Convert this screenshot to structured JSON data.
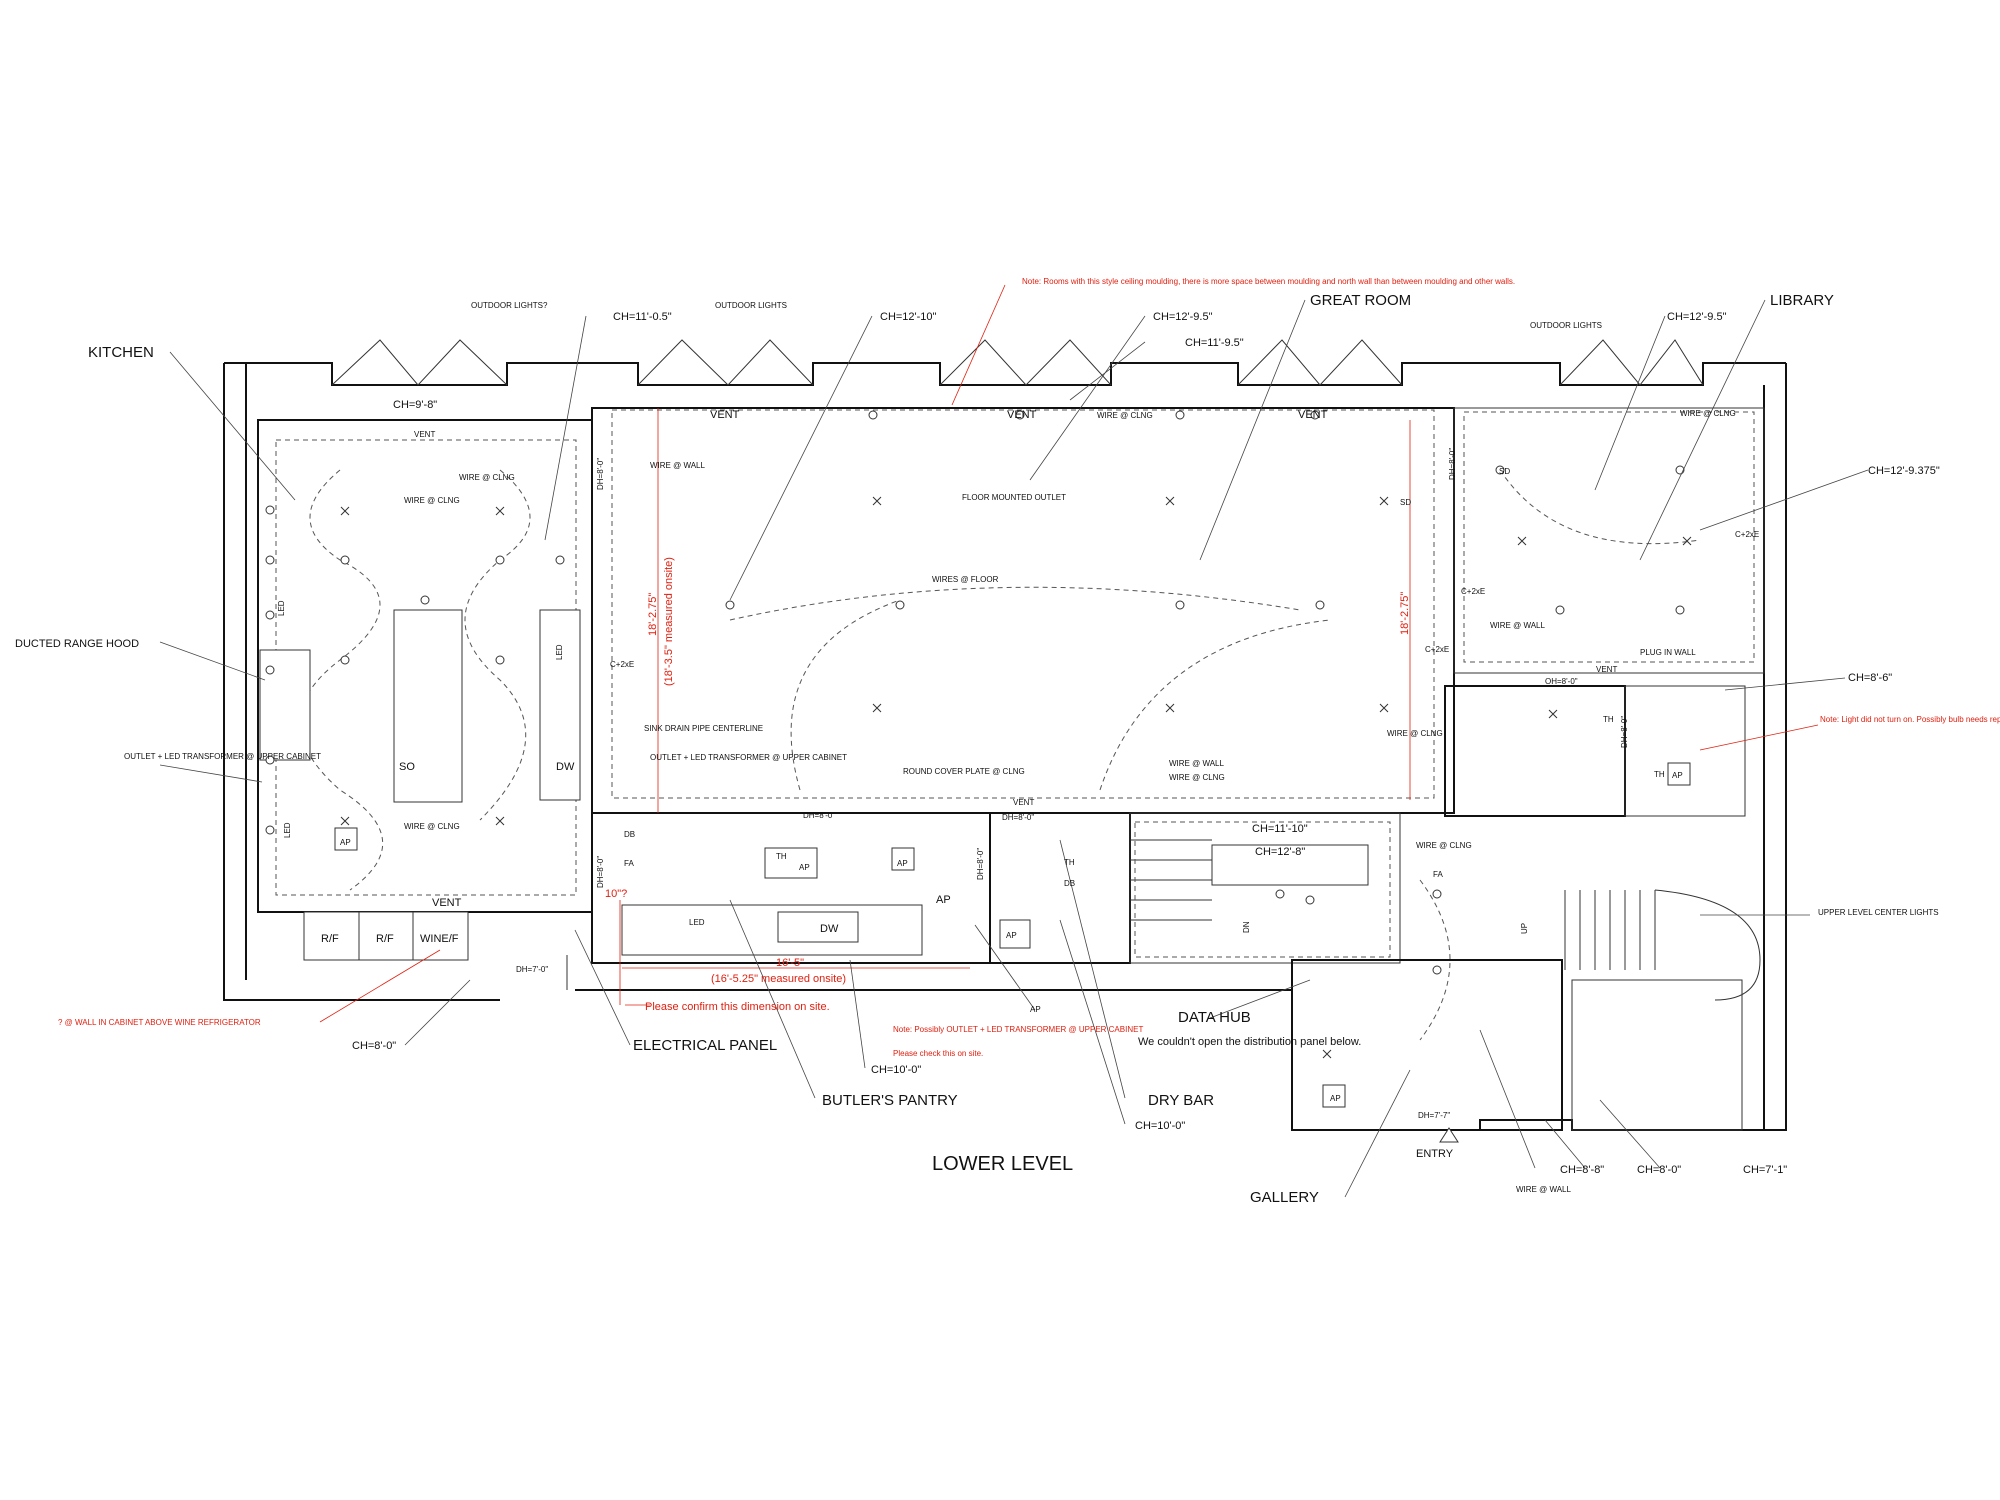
{
  "title": "LOWER LEVEL",
  "rooms": {
    "kitchen": "KITCHEN",
    "great_room": "GREAT ROOM",
    "library": "LIBRARY",
    "butlers_pantry": "BUTLER'S PANTRY",
    "dry_bar": "DRY BAR",
    "gallery": "GALLERY",
    "entry": "ENTRY",
    "data_hub": "DATA HUB",
    "electrical_panel": "ELECTRICAL PANEL",
    "ducted_range_hood": "DUCTED RANGE HOOD"
  },
  "ceiling_heights": {
    "ch_9_8": "CH=9'-8\"",
    "ch_11_05": "CH=11'-0.5\"",
    "ch_12_10": "CH=12'-10\"",
    "ch_12_95_a": "CH=12'-9.5\"",
    "ch_11_95": "CH=11'-9.5\"",
    "ch_12_95_b": "CH=12'-9.5\"",
    "ch_12_9375": "CH=12'-9.375\"",
    "ch_8_6": "CH=8'-6\"",
    "ch_11_10": "CH=11'-10\"",
    "ch_12_8": "CH=12'-8\"",
    "ch_8_0_a": "CH=8'-0\"",
    "ch_10_0_a": "CH=10'-0\"",
    "ch_10_0_b": "CH=10'-0\"",
    "ch_8_8": "CH=8'-8\"",
    "ch_8_0_b": "CH=8'-0\"",
    "ch_7_1": "CH=7'-1\""
  },
  "door_heights": {
    "dh_8_0_a": "DH=8'-0\"",
    "dh_8_0_b": "DH=8'-0\"",
    "dh_8_0_c": "DH=8'-0\"",
    "dh_8_0_d": "DH=8'-0\"",
    "dh_8_0_e": "DH=8'-0\"",
    "dh_8_0_f": "DH=8'-0\"",
    "dh_8_0_g": "DH=8'-0\"",
    "dh_7_0": "DH=7'-0\"",
    "dh_7_7": "DH=7'-7\"",
    "oh_8_0": "OH=8'-0\""
  },
  "small_labels": {
    "outdoor_lights_q": "OUTDOOR LIGHTS?",
    "outdoor_lights_1": "OUTDOOR LIGHTS",
    "outdoor_lights_2": "OUTDOOR LIGHTS",
    "vent": "VENT",
    "wire_clng": "WIRE @ CLNG",
    "wire_wall": "WIRE @ WALL",
    "wires_floor": "WIRES @ FLOOR",
    "floor_outlet": "FLOOR MOUNTED OUTLET",
    "sink_drain": "SINK DRAIN PIPE CENTERLINE",
    "outlet_led": "OUTLET + LED TRANSFORMER @ UPPER CABINET",
    "outlet_led_left": "OUTLET + LED TRANSFORMER @ UPPER CABINET",
    "round_cover": "ROUND COVER PLATE @ CLNG",
    "plug_in_wall": "PLUG IN WALL",
    "upper_level_lights": "UPPER LEVEL CENTER LIGHTS",
    "led": "LED",
    "so": "SO",
    "dw": "DW",
    "rf": "R/F",
    "wine": "WINE/F",
    "ap": "AP",
    "th": "TH",
    "db": "DB",
    "fa": "FA",
    "sd": "SD",
    "c2e": "C+2xE",
    "up": "UP",
    "dn": "DN",
    "data_hub_note": "We couldn't open the distribution panel below."
  },
  "red_notes": {
    "moulding": "Note: Rooms with this style ceiling moulding, there is more space between moulding and north wall than between moulding and other walls.",
    "dim_18_275": "18'-2.75\"",
    "dim_18_35": "(18'-3.5\" measured onsite)",
    "dim_18_275_b": "18'-2.75\"",
    "ten_q": "10\"?",
    "dim_16_5": "16'-5\"",
    "dim_16_525": "(16'-5.25\" measured onsite)",
    "confirm": "Please confirm this dimension on site.",
    "possibly_outlet": "Note: Possibly OUTLET + LED TRANSFORMER @ UPPER CABINET",
    "please_check": "Please check this on site.",
    "light_note": "Note: Light did not turn on. Possibly bulb needs replacement. Likely connected to the first light switch like in the other bathrooms.",
    "wine_note": "? @ WALL IN CABINET ABOVE WINE REFRIGERATOR"
  }
}
